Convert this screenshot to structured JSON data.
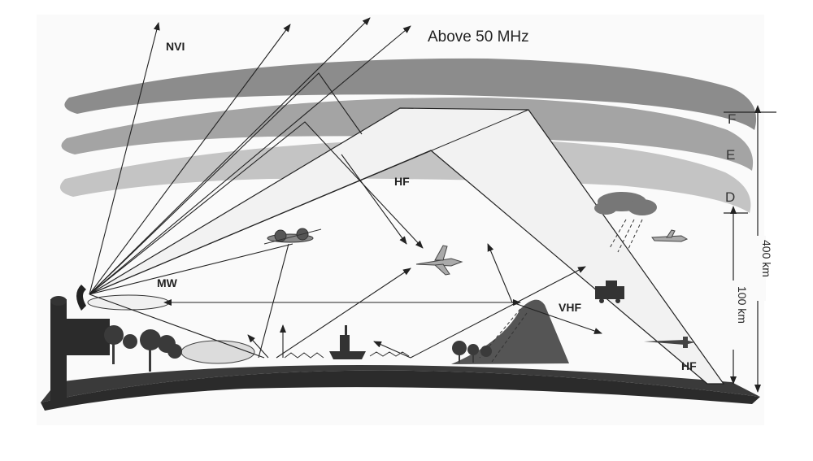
{
  "title": "Above 50 MHz",
  "layers": [
    {
      "name": "F",
      "color": "#8c8c8c"
    },
    {
      "name": "E",
      "color": "#a4a4a4"
    },
    {
      "name": "D",
      "color": "#c4c4c4"
    }
  ],
  "labels": {
    "nvi": "NVI",
    "mw": "MW",
    "hf_sky": "HF",
    "vhf": "VHF",
    "hf_ground": "HF"
  },
  "dimensions": {
    "total": "400 km",
    "lower": "100 km"
  },
  "icons": [
    "antenna-icon",
    "helicopter-icon",
    "fighter-jet-icon",
    "jet-icon",
    "cloud-icon",
    "radar-vehicle-icon",
    "warship-icon",
    "missile-icon",
    "tree-icon"
  ],
  "colors": {
    "ground": "#2b2b2b",
    "beam": "#f2f2f2",
    "line": "#222222"
  }
}
